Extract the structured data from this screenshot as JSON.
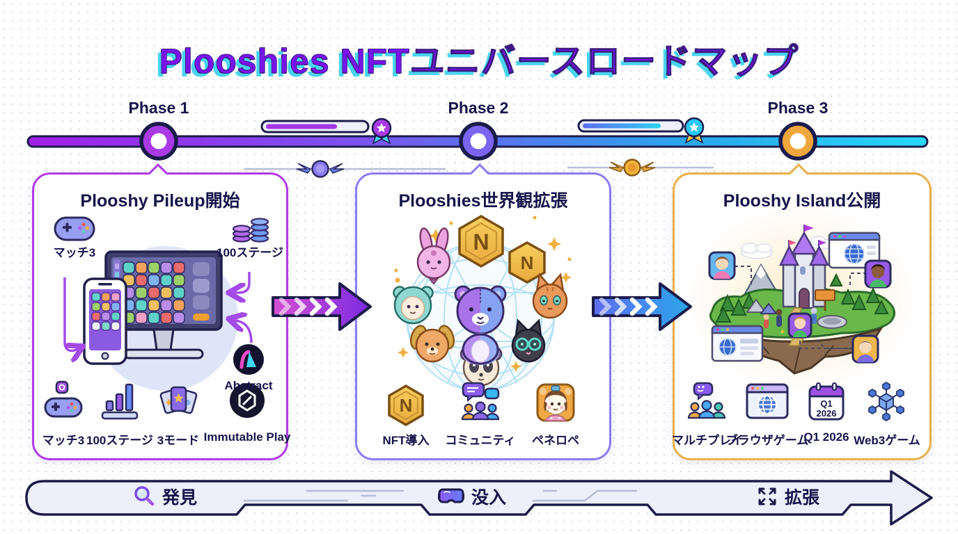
{
  "title": "Plooshies NFTユニバースロードマップ",
  "timeline": {
    "phases": [
      {
        "label": "Phase 1"
      },
      {
        "label": "Phase 2"
      },
      {
        "label": "Phase 3"
      }
    ]
  },
  "nft_letter": "N",
  "calendar": {
    "q": "Q1",
    "year": "2026"
  },
  "cards": [
    {
      "title": "Plooshy Pileup開始",
      "top_features": [
        {
          "label": "マッチ3",
          "icon": "gamepad-icon"
        },
        {
          "label": "100ステージ",
          "icon": "coin-stacks-icon"
        }
      ],
      "partner": {
        "label": "Abstract",
        "icon": "abstract-logo"
      },
      "bottom_features": [
        {
          "label": "マッチ3",
          "icon": "gamepad-icon"
        },
        {
          "label": "100ステージ",
          "icon": "bar-chart-icon"
        },
        {
          "label": "3モード",
          "icon": "game-cards-icon"
        },
        {
          "label": "Immutable Play",
          "icon": "immutable-logo"
        }
      ]
    },
    {
      "title": "Plooshies世界観拡張",
      "bottom_features": [
        {
          "label": "NFT導入",
          "icon": "nft-hexagon-icon"
        },
        {
          "label": "コミュニティ",
          "icon": "community-icon"
        },
        {
          "label": "ペネロペ",
          "icon": "penelope-avatar"
        }
      ]
    },
    {
      "title": "Plooshy Island公開",
      "bottom_features": [
        {
          "label": "マルチプレイ",
          "icon": "multiplayer-icon"
        },
        {
          "label": "ブラウザゲーム",
          "icon": "browser-game-icon"
        },
        {
          "label": "Q1 2026",
          "icon": "calendar-icon"
        },
        {
          "label": "Web3ゲーム",
          "icon": "web3-cubes-icon"
        }
      ]
    }
  ],
  "bottom_bar": {
    "steps": [
      {
        "label": "発見",
        "icon": "magnifier-icon"
      },
      {
        "label": "没入",
        "icon": "vr-goggles-icon"
      },
      {
        "label": "拡張",
        "icon": "expand-arrows-icon"
      }
    ]
  },
  "colors": {
    "title_purple": "#7b13ec",
    "title_cyan_shadow": "#4ad4f0",
    "outline_navy": "#1b1b4b",
    "card1_border": "#b13be8",
    "card2_border": "#8a7cf2",
    "card3_border": "#eab04a",
    "timeline_start": "#a21fe8",
    "timeline_end": "#26d8f8",
    "node1": "#a93ae5",
    "node2": "#7a64f0",
    "node3": "#f0a63c",
    "arrow1_gradient": [
      "#d44fd0",
      "#7a2be2"
    ],
    "arrow2_gradient": [
      "#5f6cf0",
      "#2aa6e8"
    ],
    "bottom_bar_fill": "#edeffa"
  }
}
